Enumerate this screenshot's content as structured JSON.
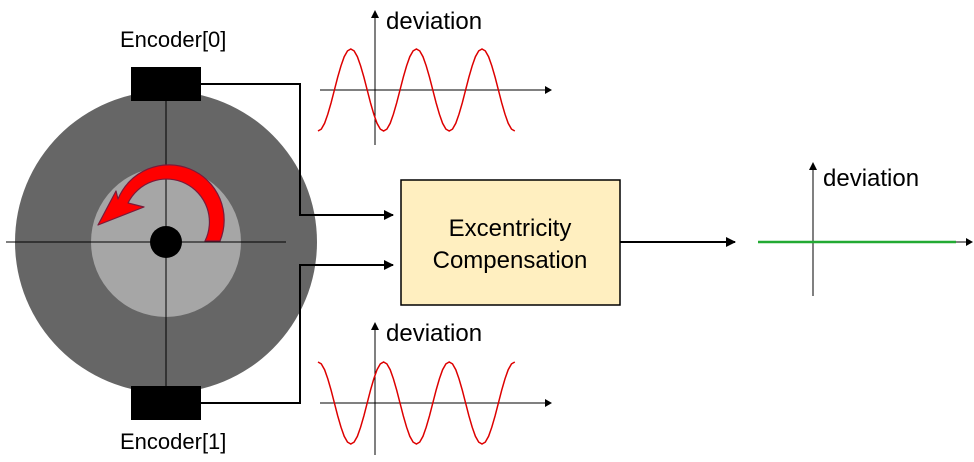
{
  "encoder_top": {
    "label": "Encoder[0]"
  },
  "encoder_bottom": {
    "label": "Encoder[1]"
  },
  "plot_top": {
    "axis_label": "deviation"
  },
  "plot_bottom": {
    "axis_label": "deviation"
  },
  "plot_output": {
    "axis_label": "deviation"
  },
  "compensation_block": {
    "line1": "Excentricity",
    "line2": "Compensation"
  },
  "colors": {
    "disk_outer": "#666666",
    "disk_inner": "#a6a6a6",
    "hub": "#000000",
    "rotation_arrow": "#ff0000",
    "encoder_body": "#000000",
    "encoder_shaft": "#cc0000",
    "signal_wave": "#dd0000",
    "output_signal": "#22aa33",
    "block_fill": "#ffefc0",
    "block_stroke": "#000000"
  },
  "icons": {
    "rotation": "curved-arrow-icon",
    "wheel": "disk-icon"
  }
}
